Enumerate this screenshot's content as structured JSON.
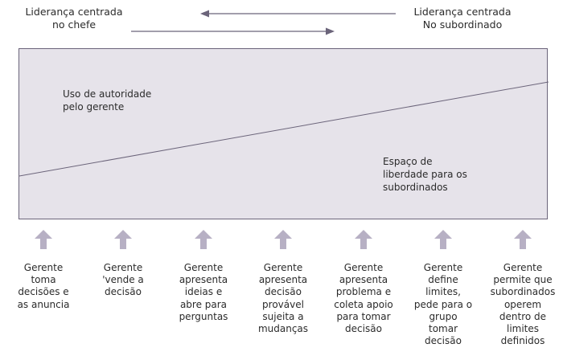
{
  "header": {
    "left_label": [
      "Liderança centrada",
      "no chefe"
    ],
    "right_label": [
      "Liderança centrada",
      "No subordinado"
    ]
  },
  "regions": {
    "authority": [
      "Uso de autoridade",
      "pelo gerente"
    ],
    "freedom": [
      "Espaço de",
      "liberdade para os",
      "subordinados"
    ]
  },
  "stages": [
    {
      "lines": [
        "Gerente",
        "toma",
        "decisões e",
        "as anuncia"
      ]
    },
    {
      "lines": [
        "Gerente",
        "'vende a",
        "decisão"
      ]
    },
    {
      "lines": [
        "Gerente",
        "apresenta",
        "ideias e",
        "abre para",
        "perguntas"
      ]
    },
    {
      "lines": [
        "Gerente",
        "apresenta",
        "decisão",
        "provável",
        "sujeita a",
        "mudanças"
      ]
    },
    {
      "lines": [
        "Gerente",
        "apresenta",
        "problema e",
        "coleta apoio",
        "para tomar",
        "decisão"
      ]
    },
    {
      "lines": [
        "Gerente",
        "define",
        "limites,",
        "pede para o",
        "grupo",
        "tomar",
        "decisão"
      ]
    },
    {
      "lines": [
        "Gerente",
        "permite que",
        "subordinados",
        "operem",
        "dentro de",
        "limites",
        "definidos"
      ]
    }
  ],
  "colors": {
    "panel_fill": "#e6e3ea",
    "line": "#6b647a",
    "arrow": "#b7b0c4"
  },
  "icons": {
    "up_arrow": "up-arrow-icon",
    "left_arrow": "left-arrow-icon",
    "right_arrow": "right-arrow-icon"
  }
}
